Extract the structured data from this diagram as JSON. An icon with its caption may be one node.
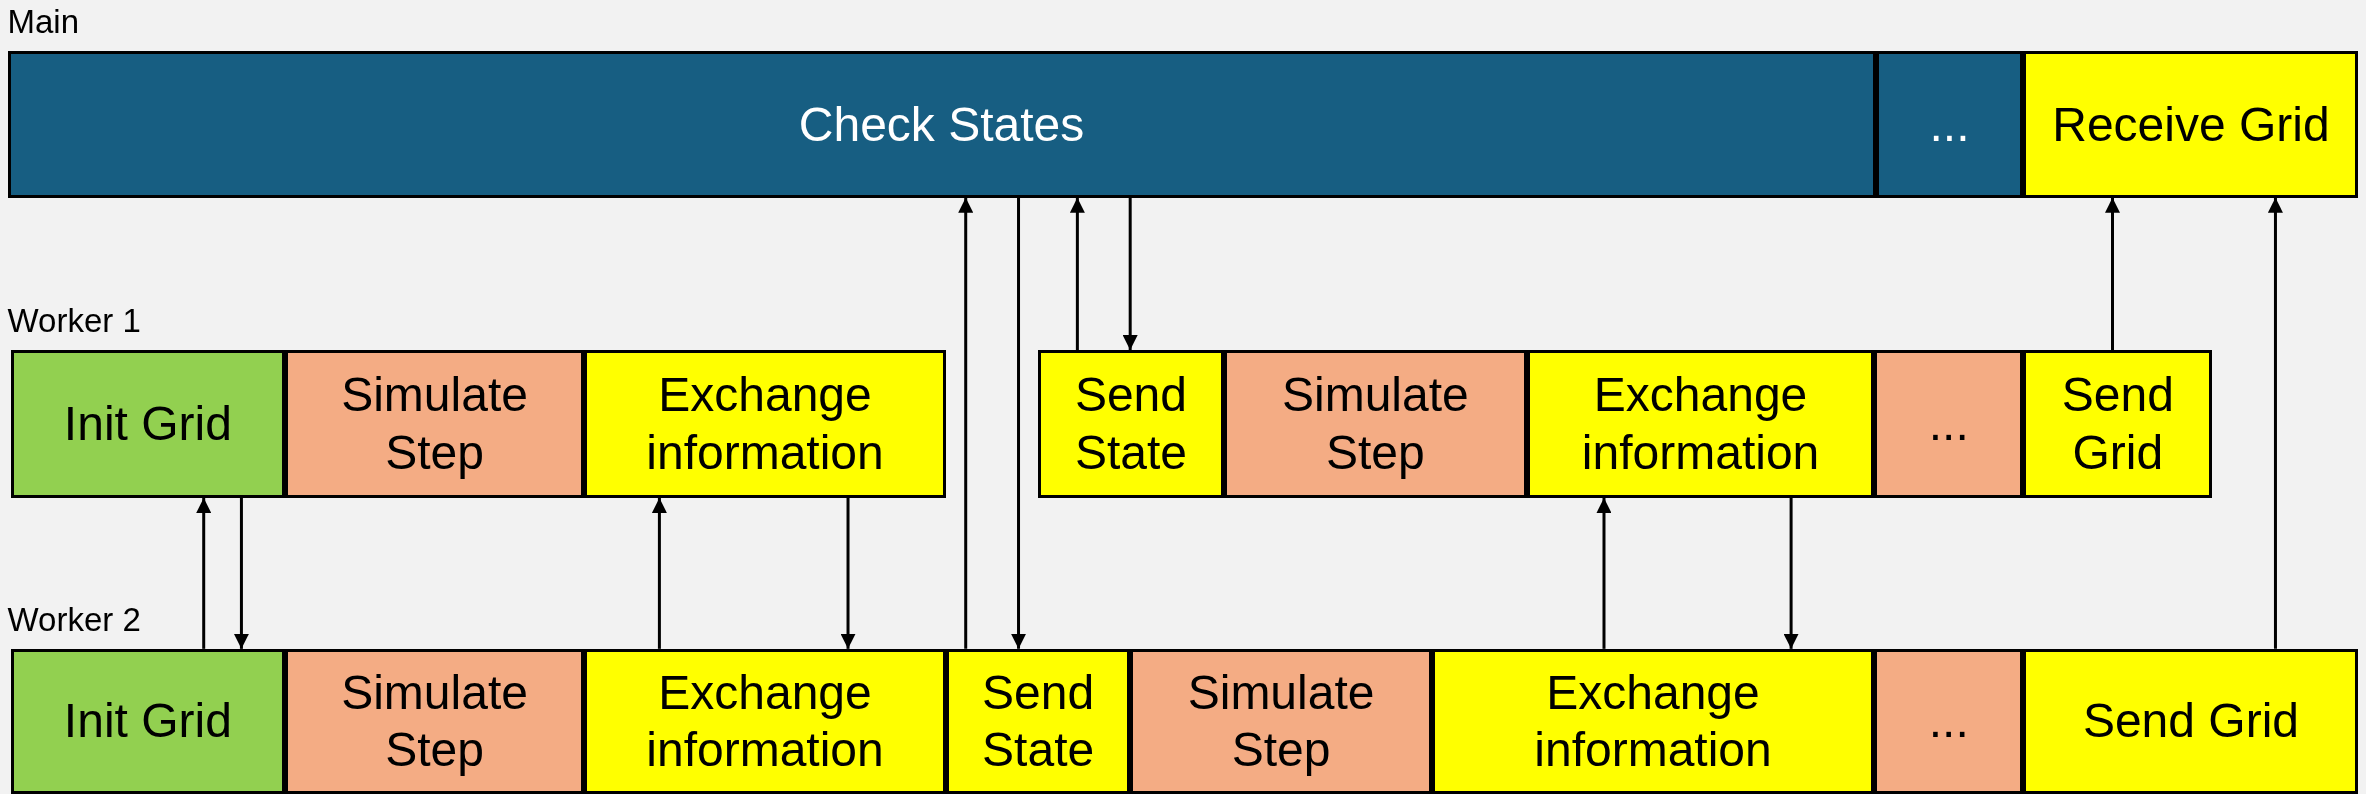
{
  "diagram": {
    "nodes": [
      {
        "text": [
          "Check States"
        ]
      },
      {
        "text": [
          "..."
        ]
      },
      {
        "text": [
          "Receive Grid"
        ]
      },
      {
        "text": [
          "Init Grid"
        ]
      },
      {
        "text": [
          "Simulate Step"
        ]
      },
      {
        "text": [
          "Exchange information"
        ]
      },
      {
        "text": [
          "Send State"
        ]
      },
      {
        "text": [
          "Simulate Step"
        ]
      },
      {
        "text": [
          "Exchange information"
        ]
      },
      {
        "text": [
          "..."
        ]
      },
      {
        "text": [
          "Send Grid"
        ]
      },
      {
        "text": [
          "Init Grid"
        ]
      },
      {
        "text": [
          "Simulate Step"
        ]
      },
      {
        "text": [
          "Exchange information"
        ]
      },
      {
        "text": [
          "Send State"
        ]
      },
      {
        "text": [
          "Simulate Step"
        ]
      },
      {
        "text": [
          "Exchange information"
        ]
      },
      {
        "text": [
          "..."
        ]
      },
      {
        "text": [
          "Send Grid"
        ]
      }
    ],
    "edges": [
      {
        "from": 11,
        "to": 3,
        "arrow": "to"
      },
      {
        "from": 3,
        "to": 11,
        "arrow": "to"
      },
      {
        "from": 13,
        "to": 5,
        "arrow": "to"
      },
      {
        "from": 5,
        "to": 13,
        "arrow": "to"
      },
      {
        "from": 14,
        "to": 0,
        "arrow": "to"
      },
      {
        "from": 0,
        "to": 14,
        "arrow": "to"
      },
      {
        "from": 6,
        "to": 0,
        "arrow": "to"
      },
      {
        "from": 0,
        "to": 6,
        "arrow": "to"
      },
      {
        "from": 16,
        "to": 8,
        "arrow": "to"
      },
      {
        "from": 8,
        "to": 16,
        "arrow": "to"
      },
      {
        "from": 10,
        "to": 2,
        "arrow": "to"
      },
      {
        "from": 18,
        "to": 2,
        "arrow": "to"
      }
    ],
    "labels": [
      "Main",
      "Worker 1",
      "Worker 2"
    ]
  }
}
